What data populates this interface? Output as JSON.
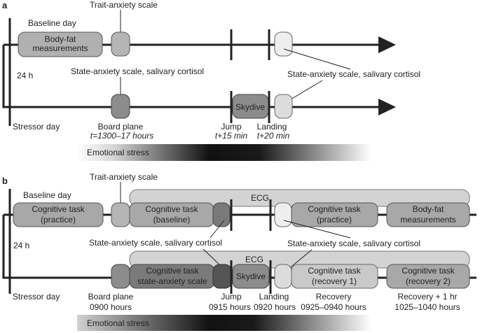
{
  "panel_a": {
    "letter": "a",
    "baseline_day": "Baseline day",
    "stressor_day": "Stressor day",
    "interval": "24 h",
    "trait_anxiety": "Trait-anxiety scale",
    "body_fat": [
      "Body-fat",
      "measurements"
    ],
    "state_anxiety_left": "State-anxiety scale, salivary cortisol",
    "state_anxiety_right": "State-anxiety scale, salivary cortisol",
    "skydive": "Skydive",
    "board_plane": "Board plane",
    "board_plane_time": "t=1300–17 hours",
    "jump": "Jump",
    "jump_time": "t+15 min",
    "landing": "Landing",
    "landing_time": "t+20 min",
    "emotional_stress": "Emotional stress"
  },
  "panel_b": {
    "letter": "b",
    "baseline_day": "Baseline day",
    "stressor_day": "Stressor day",
    "interval": "24 h",
    "trait_anxiety": "Trait-anxiety scale",
    "ecg_top": "ECG",
    "ecg_bottom": "ECG",
    "cog_practice_1": [
      "Cognitive task",
      "(practice)"
    ],
    "cog_baseline": [
      "Cognitive task",
      "(baseline)"
    ],
    "cog_practice_2": [
      "Cognitive task",
      "(practice)"
    ],
    "body_fat": [
      "Body-fat",
      "measurements"
    ],
    "state_anxiety_left": "State-anxiety scale, salivary cortisol",
    "state_anxiety_right": "State-anxiety scale, salivary cortisol",
    "cog_state": [
      "Cognitive task",
      "state-anxiety scale"
    ],
    "skydive": "Skydive",
    "cog_recovery_1": [
      "Cognitive task",
      "(recovery 1)"
    ],
    "cog_recovery_2": [
      "Cognitive task",
      "(recovery 2)"
    ],
    "board_plane": "Board plane",
    "board_plane_time": "0900 hours",
    "jump": "Jump",
    "jump_time": "0915 hours",
    "landing": "Landing",
    "landing_time": "0920 hours",
    "recovery": "Recovery",
    "recovery_time": "0925–0940 hours",
    "recovery_1hr": "Recovery + 1 hr",
    "recovery_1hr_time": "1025–1040 hours",
    "emotional_stress": "Emotional stress"
  }
}
